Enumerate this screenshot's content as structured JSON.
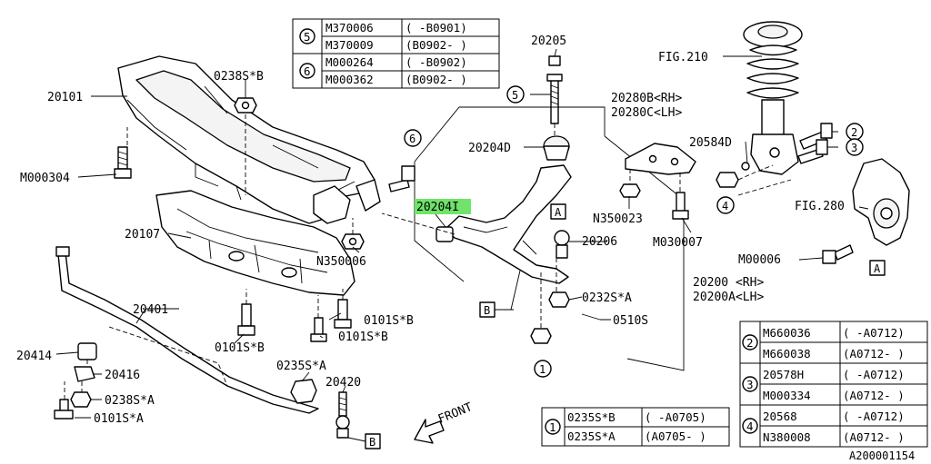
{
  "labels": {
    "l20101": "20101",
    "m000304": "M000304",
    "s0238b": "0238S*B",
    "l20107": "20107",
    "n350006": "N350006",
    "l20401": "20401",
    "l20414": "20414",
    "l20416": "20416",
    "s0238a": "0238S*A",
    "s0101a": "0101S*A",
    "s0101b_1": "0101S*B",
    "s0101b_2": "0101S*B",
    "s0101b_3": "0101S*B",
    "s0235a": "0235S*A",
    "l20420": "20420",
    "front": "FRONT",
    "l20205": "20205",
    "l20204d": "20204D",
    "l20204i": "20204I",
    "l20206": "20206",
    "s0232a": "0232S*A",
    "s0510": "0510S",
    "l20200": "20200 <RH>",
    "l20200a": "20200A<LH>",
    "l20280b": "20280B<RH>",
    "l20280c": "20280C<LH>",
    "n350023": "N350023",
    "m030007": "M030007",
    "fig210": "FIG.210",
    "l20584d": "20584D",
    "fig280": "FIG.280",
    "m00006": "M00006",
    "code": "A200001154"
  },
  "callouts": {
    "c1": "1",
    "c2": "2",
    "c3": "3",
    "c4": "4",
    "c5": "5",
    "c6": "6",
    "refA1": "A",
    "refA2": "A",
    "refB1": "B",
    "refB2": "B"
  },
  "tables": {
    "t56": {
      "g5": "5",
      "g6": "6",
      "rows": [
        [
          "M370006",
          "( -B0901)"
        ],
        [
          "M370009",
          "(B0902- )"
        ],
        [
          "M000264",
          "( -B0902)"
        ],
        [
          "M000362",
          "(B0902- )"
        ]
      ]
    },
    "t1": {
      "g1": "1",
      "rows": [
        [
          "0235S*B",
          "( -A0705)"
        ],
        [
          "0235S*A",
          "(A0705- )"
        ]
      ]
    },
    "t234": {
      "g2": "2",
      "g3": "3",
      "g4": "4",
      "rows": [
        [
          "M660036",
          "( -A0712)"
        ],
        [
          "M660038",
          "(A0712- )"
        ],
        [
          "20578H",
          "( -A0712)"
        ],
        [
          "M000334",
          "(A0712- )"
        ],
        [
          "20568",
          "( -A0712)"
        ],
        [
          "N380008",
          "(A0712- )"
        ]
      ]
    }
  },
  "colors": {
    "highlight": "#6fe36a",
    "ink": "#000000"
  }
}
